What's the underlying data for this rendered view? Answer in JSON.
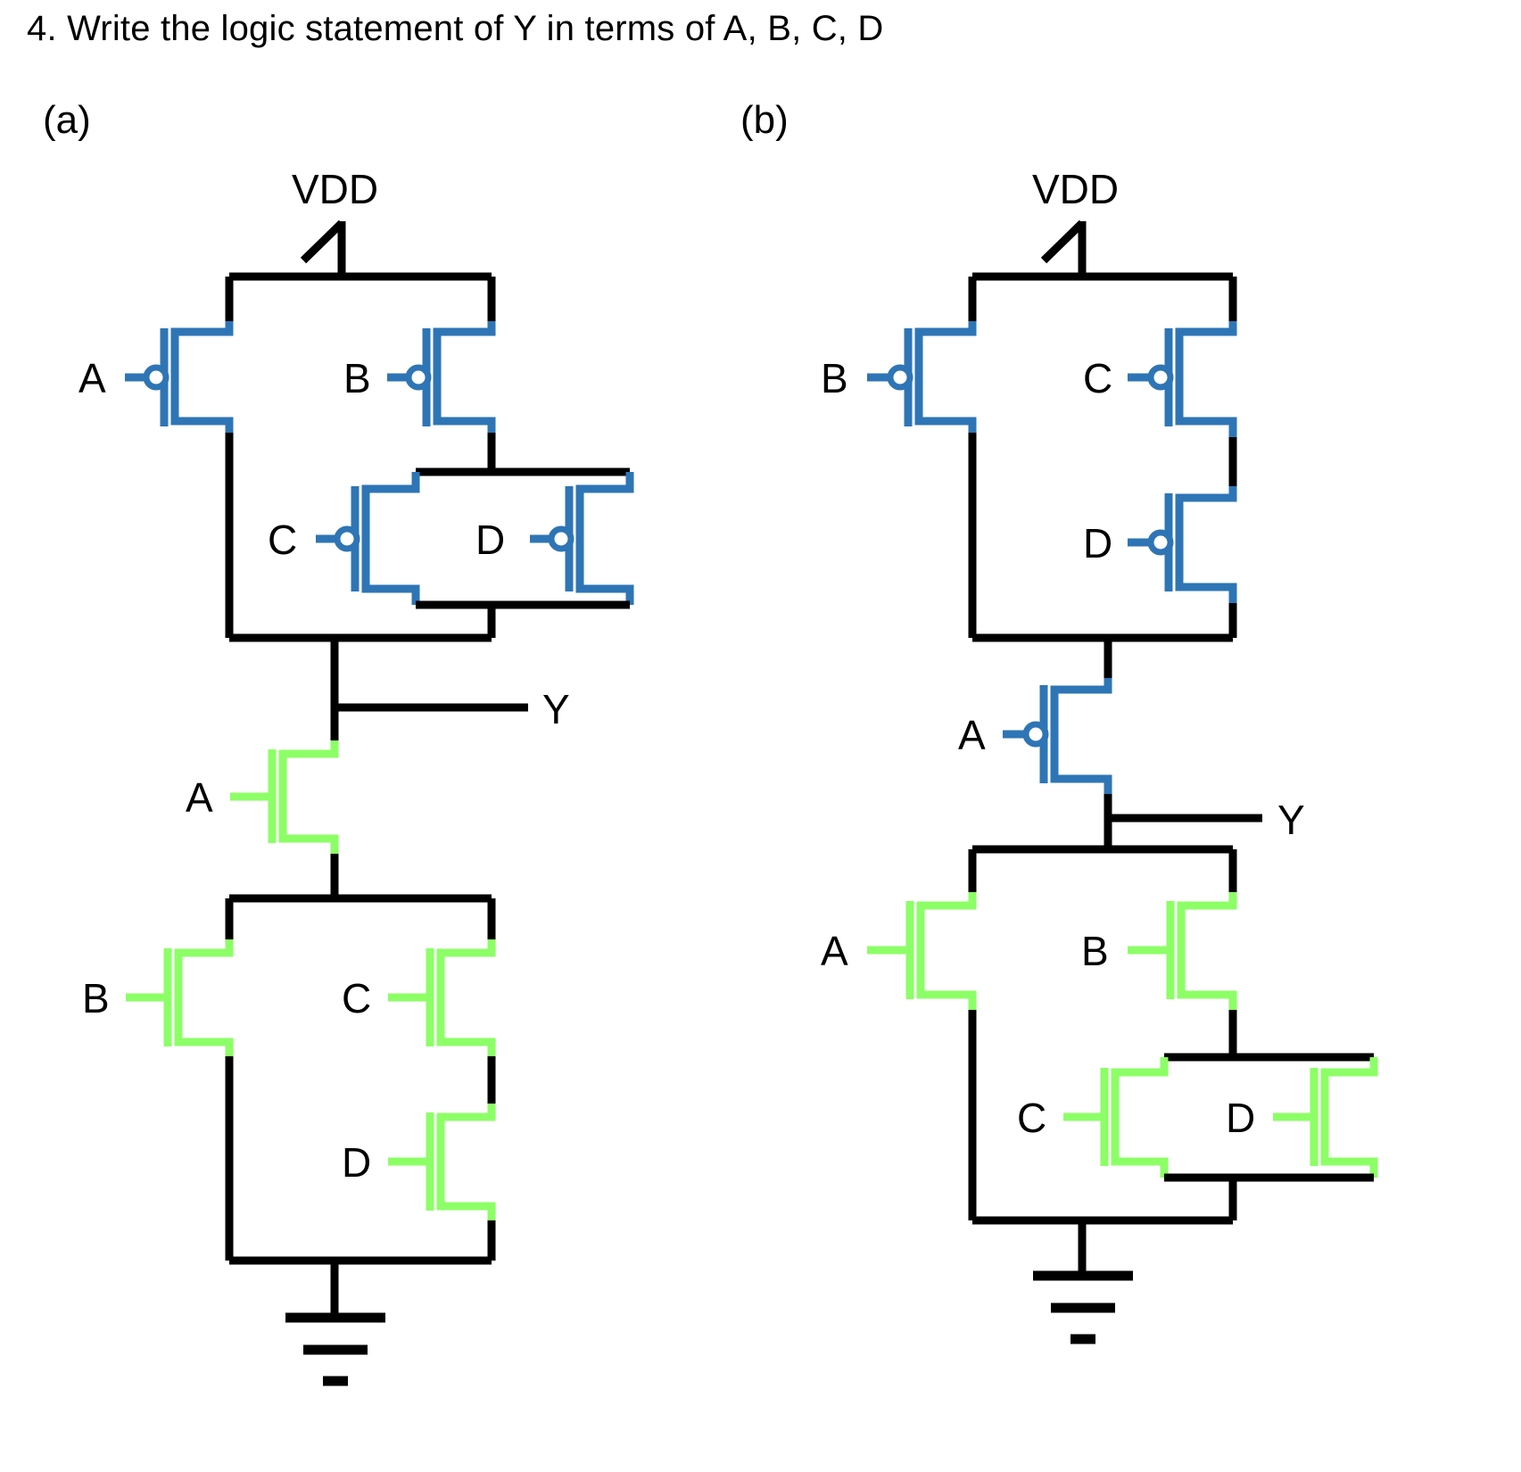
{
  "question": {
    "number": "4.",
    "text": "4. Write the logic statement of Y in terms of A, B, C, D"
  },
  "panels": [
    {
      "id": "a",
      "label": "(a)",
      "supply_label": "VDD",
      "output_label": "Y",
      "ground": "ground-symbol",
      "pmos_network": {
        "type": "pull-up",
        "color": "#2E75B6",
        "description": "A in parallel with (B in series with C parallel D)",
        "transistors": [
          {
            "gate": "A",
            "kind": "pmos"
          },
          {
            "gate": "B",
            "kind": "pmos"
          },
          {
            "gate": "C",
            "kind": "pmos"
          },
          {
            "gate": "D",
            "kind": "pmos"
          }
        ]
      },
      "nmos_network": {
        "type": "pull-down",
        "color": "#8CFF66",
        "description": "A in series with (B in parallel with C series D)",
        "transistors": [
          {
            "gate": "A",
            "kind": "nmos"
          },
          {
            "gate": "B",
            "kind": "nmos"
          },
          {
            "gate": "C",
            "kind": "nmos"
          },
          {
            "gate": "D",
            "kind": "nmos"
          }
        ]
      }
    },
    {
      "id": "b",
      "label": "(b)",
      "supply_label": "VDD",
      "output_label": "Y",
      "ground": "ground-symbol",
      "pmos_network": {
        "type": "pull-up",
        "color": "#2E75B6",
        "description": "B in parallel with (C in series with D), all in series with A",
        "transistors": [
          {
            "gate": "B",
            "kind": "pmos"
          },
          {
            "gate": "C",
            "kind": "pmos"
          },
          {
            "gate": "D",
            "kind": "pmos"
          },
          {
            "gate": "A",
            "kind": "pmos"
          }
        ]
      },
      "nmos_network": {
        "type": "pull-down",
        "color": "#8CFF66",
        "description": "A in parallel with (B in series with C parallel D)",
        "transistors": [
          {
            "gate": "A",
            "kind": "nmos"
          },
          {
            "gate": "B",
            "kind": "nmos"
          },
          {
            "gate": "C",
            "kind": "nmos"
          },
          {
            "gate": "D",
            "kind": "nmos"
          }
        ]
      }
    }
  ],
  "labels": {
    "a_vdd": "VDD",
    "a_y": "Y",
    "a_p_A": "A",
    "a_p_B": "B",
    "a_p_C": "C",
    "a_p_D": "D",
    "a_n_A": "A",
    "a_n_B": "B",
    "a_n_C": "C",
    "a_n_D": "D",
    "b_vdd": "VDD",
    "b_y": "Y",
    "b_p_B": "B",
    "b_p_C": "C",
    "b_p_D": "D",
    "b_p_A": "A",
    "b_n_A": "A",
    "b_n_B": "B",
    "b_n_C": "C",
    "b_n_D": "D"
  },
  "colors": {
    "pmos": "#2E75B6",
    "nmos": "#8CFF66",
    "wire": "#000000",
    "background": "#ffffff"
  }
}
